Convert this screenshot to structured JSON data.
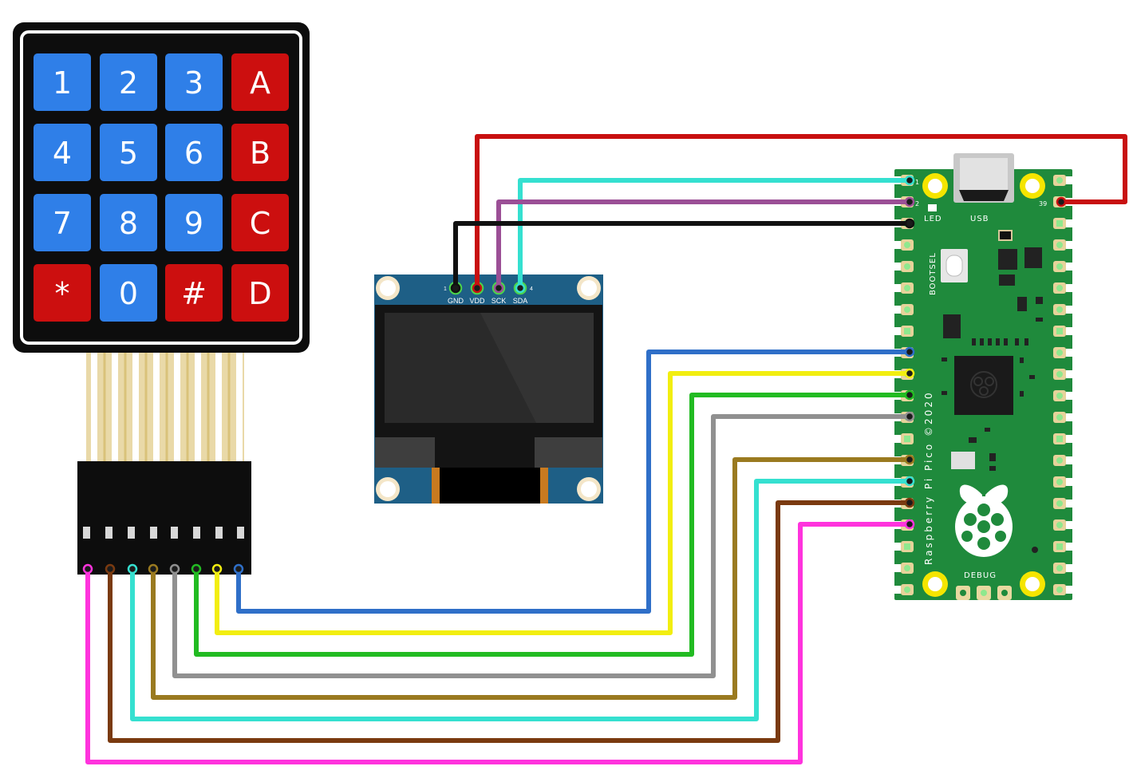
{
  "keypad": {
    "rows": [
      [
        {
          "label": "1",
          "color": "#2f7fe8"
        },
        {
          "label": "2",
          "color": "#2f7fe8"
        },
        {
          "label": "3",
          "color": "#2f7fe8"
        },
        {
          "label": "A",
          "color": "#cc0f0f"
        }
      ],
      [
        {
          "label": "4",
          "color": "#2f7fe8"
        },
        {
          "label": "5",
          "color": "#2f7fe8"
        },
        {
          "label": "6",
          "color": "#2f7fe8"
        },
        {
          "label": "B",
          "color": "#cc0f0f"
        }
      ],
      [
        {
          "label": "7",
          "color": "#2f7fe8"
        },
        {
          "label": "8",
          "color": "#2f7fe8"
        },
        {
          "label": "9",
          "color": "#2f7fe8"
        },
        {
          "label": "C",
          "color": "#cc0f0f"
        }
      ],
      [
        {
          "label": "*",
          "color": "#cc0f0f"
        },
        {
          "label": "0",
          "color": "#2f7fe8"
        },
        {
          "label": "#",
          "color": "#cc0f0f"
        },
        {
          "label": "D",
          "color": "#cc0f0f"
        }
      ]
    ]
  },
  "oled": {
    "pins": [
      "GND",
      "VDD",
      "SCK",
      "SDA"
    ],
    "pin_first": "1",
    "pin_last": "4",
    "board_color": "#1e5f86"
  },
  "pico": {
    "brand": "Raspberry Pi Pico ©2020",
    "usb_label": "USB",
    "led_label": "LED",
    "bootsel_label": "BOOTSEL",
    "debug_label": "DEBUG",
    "pin_1": "1",
    "pin_2": "2",
    "pin_39": "39",
    "board_color": "#1f8a3c"
  },
  "wires": {
    "oled_gnd": "#111111",
    "oled_vdd": "#c81010",
    "oled_sck": "#9b4f96",
    "oled_sda": "#35e0d0",
    "keypad": [
      "#ff33dd",
      "#7a3a10",
      "#35e0d0",
      "#9a7a20",
      "#909090",
      "#22bb22",
      "#f2ee10",
      "#2f6fc8"
    ]
  }
}
